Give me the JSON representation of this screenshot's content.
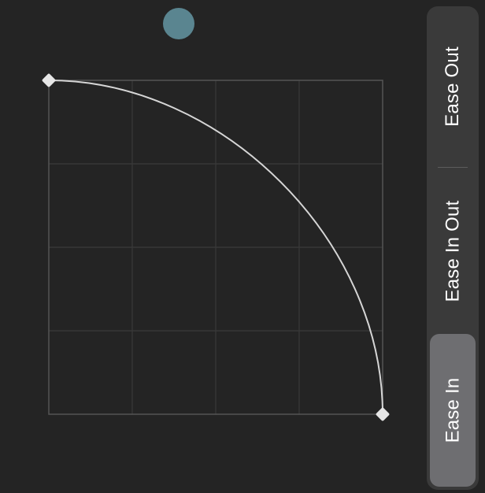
{
  "colors": {
    "background": "#242424",
    "grid_line": "#3a3a3a",
    "frame": "#555555",
    "curve": "#d6d6d6",
    "handle": "#e6e6e6",
    "preview_dot": "#5a8590",
    "segmented_bg": "#3a3a3a",
    "segmented_selected": "#6e6e71",
    "label_text": "#ffffff"
  },
  "curve_editor": {
    "grid_divisions": 4,
    "curve_kind": "ease-in",
    "control_points": [
      [
        0.0,
        0.0
      ],
      [
        0.52,
        0.0
      ],
      [
        1.0,
        0.48
      ],
      [
        1.0,
        1.0
      ]
    ],
    "handles": [
      "start-handle",
      "end-handle"
    ],
    "preview_progress": 0.33
  },
  "easing_selector": {
    "options": [
      {
        "label": "Ease Out",
        "selected": false
      },
      {
        "label": "Ease In Out",
        "selected": false
      },
      {
        "label": "Ease In",
        "selected": true
      }
    ]
  }
}
